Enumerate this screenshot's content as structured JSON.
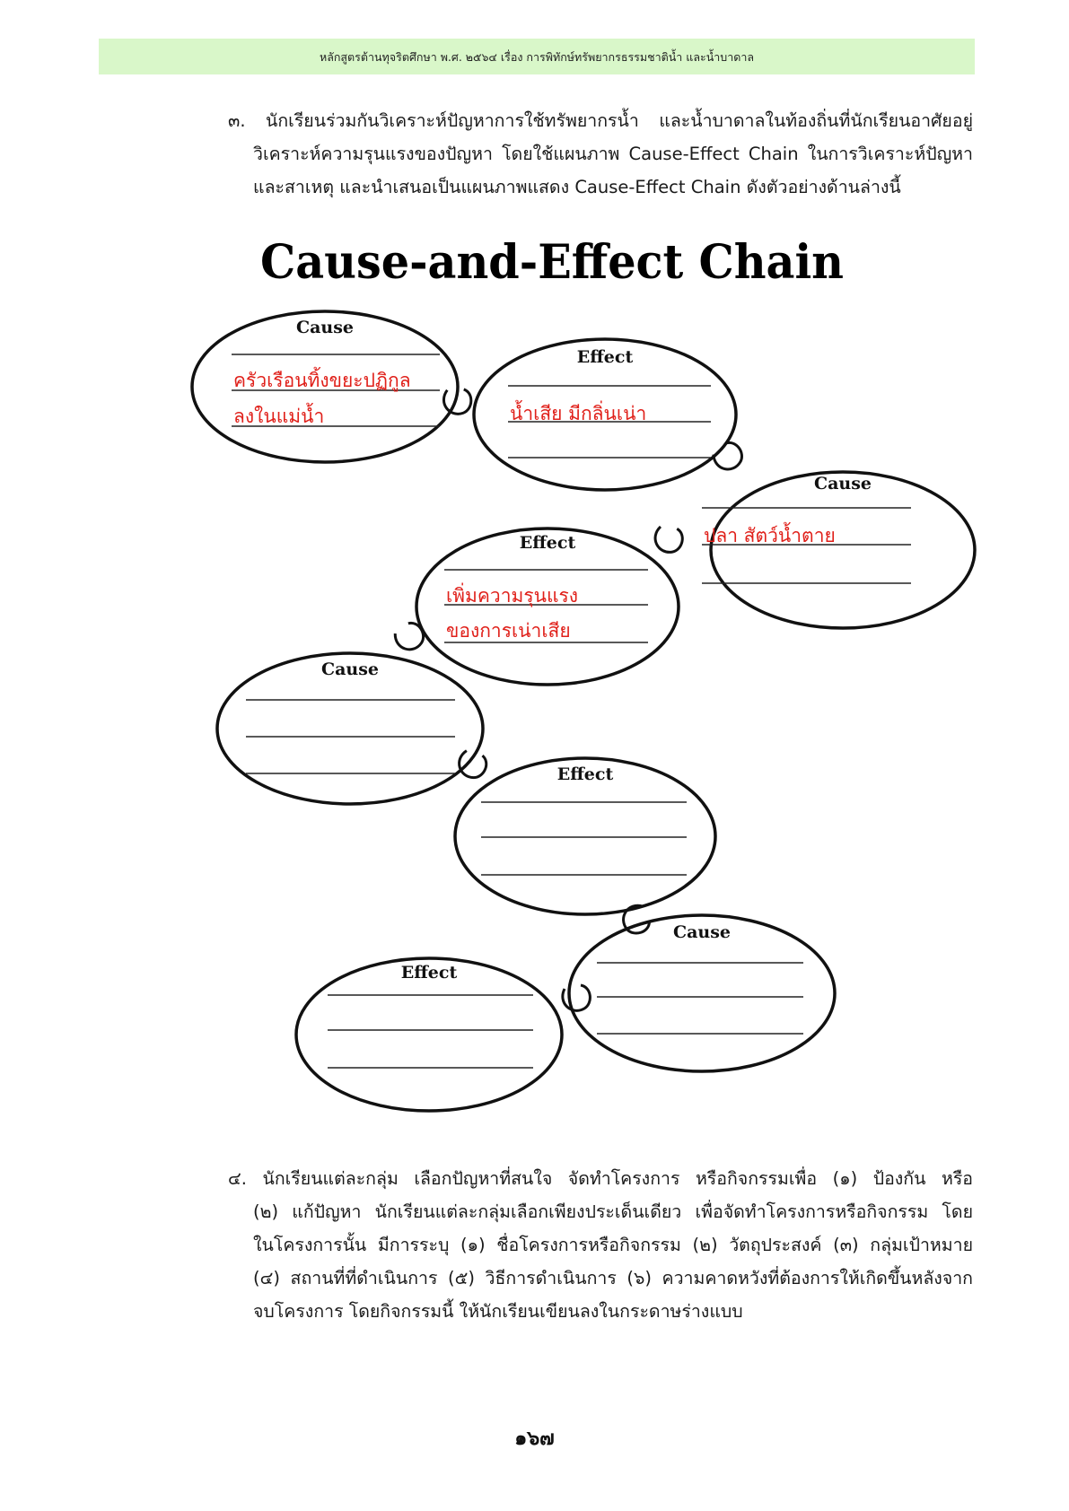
{
  "header": {
    "text": "หลักสูตรต้านทุจริตศึกษา พ.ศ. ๒๕๖๔ เรื่อง การพิทักษ์ทรัพยากรธรรมชาติน้ำ และน้ำบาดาล"
  },
  "item3": {
    "number": "๓.",
    "lines": [
      "นักเรียนร่วมกันวิเคราะห์ปัญหาการใช้ทรัพยากรน้ำ และน้ำบาดาลในท้องถิ่นที่นักเรียนอาศัยอยู่",
      "วิเคราะห์ความรุนแรงของปัญหา โดยใช้แผนภาพ Cause-Effect Chain ในการวิเคราะห์ปัญหา",
      "และสาเหตุ และนำเสนอเป็นแผนภาพแสดง Cause-Effect Chain ดังตัวอย่างด้านล่างนี้"
    ]
  },
  "diagram": {
    "title": "Cause-and-Effect Chain",
    "nodes": [
      {
        "label": "Cause",
        "entries": [
          "ครัวเรือนทิ้งขยะปฏิกูล",
          "ลงในแม่น้ำ"
        ]
      },
      {
        "label": "Effect",
        "entries": [
          "น้ำเสีย มีกลิ่นเน่า"
        ]
      },
      {
        "label": "Cause",
        "entries": [
          "ปลา สัตว์น้ำตาย"
        ]
      },
      {
        "label": "Effect",
        "entries": [
          "เพิ่มความรุนแรง",
          "ของการเน่าเสีย"
        ]
      },
      {
        "label": "Cause",
        "entries": []
      },
      {
        "label": "Effect",
        "entries": []
      },
      {
        "label": "Cause",
        "entries": []
      },
      {
        "label": "Effect",
        "entries": []
      }
    ]
  },
  "item4": {
    "number": "๔.",
    "lines": [
      "นักเรียนแต่ละกลุ่ม เลือกปัญหาที่สนใจ จัดทำโครงการ หรือกิจกรรมเพื่อ (๑) ป้องกัน หรือ",
      "(๒) แก้ปัญหา นักเรียนแต่ละกลุ่มเลือกเพียงประเด็นเดียว เพื่อจัดทำโครงการหรือกิจกรรม โดย",
      "ในโครงการนั้น มีการระบุ (๑) ชื่อโครงการหรือกิจกรรม (๒) วัตถุประสงค์ (๓) กลุ่มเป้าหมาย",
      "(๔) สถานที่ที่ดำเนินการ (๕) วิธีการดำเนินการ (๖) ความคาดหวังที่ต้องการให้เกิดขึ้นหลังจาก",
      "จบโครงการ โดยกิจกรรมนี้ ให้นักเรียนเขียนลงในกระดาษร่างแบบ"
    ]
  },
  "footer": {
    "page_number": "๑๖๗"
  }
}
